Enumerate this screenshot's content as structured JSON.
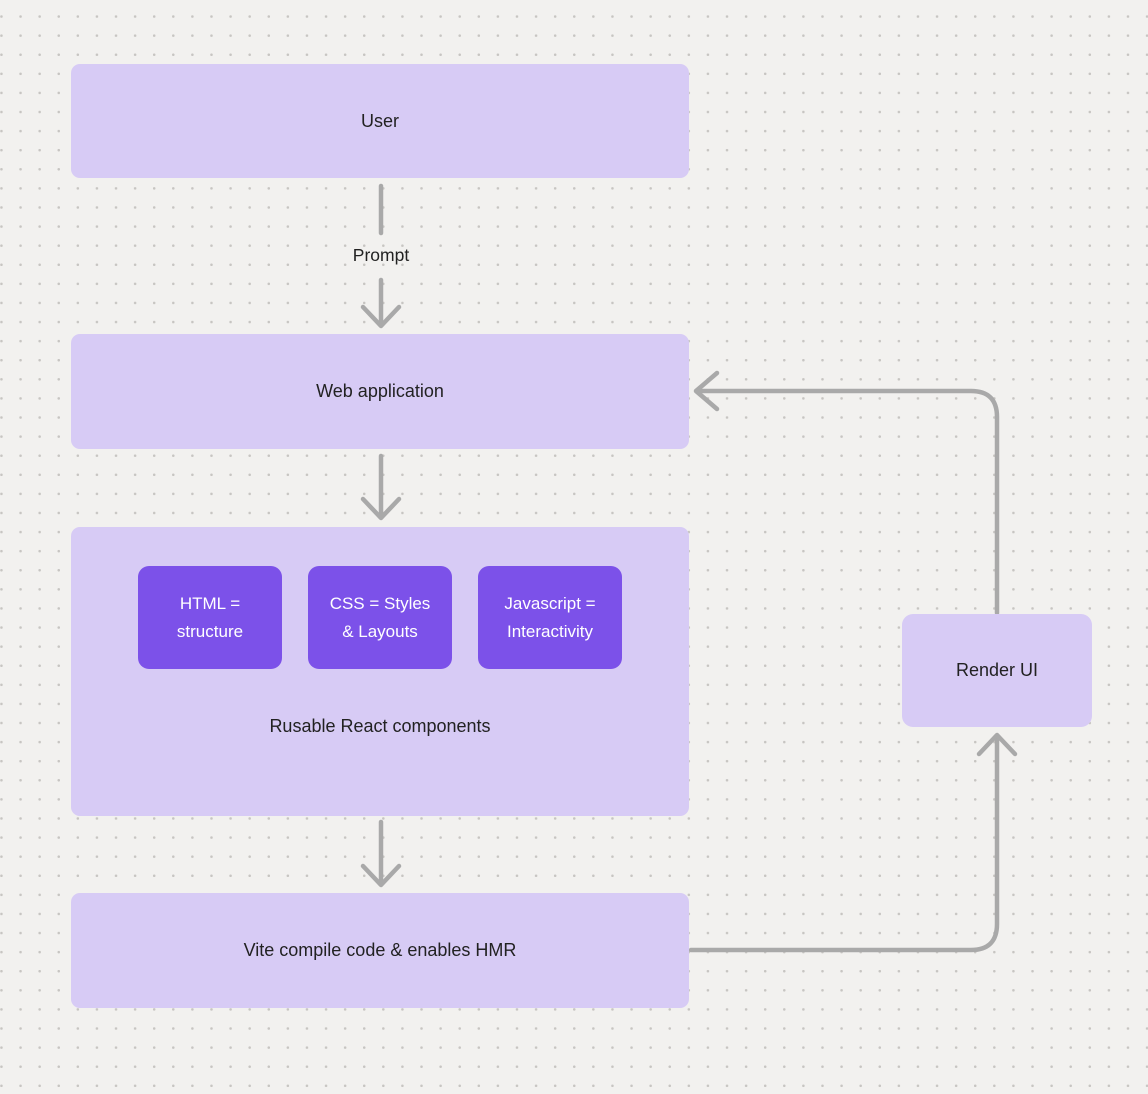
{
  "colors": {
    "canvas_bg": "#f2f1ef",
    "dot": "#c7c5c2",
    "node_fill": "#d7cbf5",
    "chip_fill": "#7c51e9",
    "chip_text": "#ffffff",
    "connector": "#a9a9a9",
    "label_text": "#222222"
  },
  "nodes": {
    "user": {
      "label": "User"
    },
    "web_application": {
      "label": "Web application"
    },
    "components_group": {
      "caption": "Rusable React components",
      "chips": [
        {
          "label": "HTML =\nstructure"
        },
        {
          "label": "CSS = Styles\n& Layouts"
        },
        {
          "label": "Javascript =\nInteractivity"
        }
      ]
    },
    "vite": {
      "label": "Vite compile code & enables HMR"
    },
    "render_ui": {
      "label": "Render UI"
    }
  },
  "edges": {
    "prompt_label": "Prompt"
  }
}
